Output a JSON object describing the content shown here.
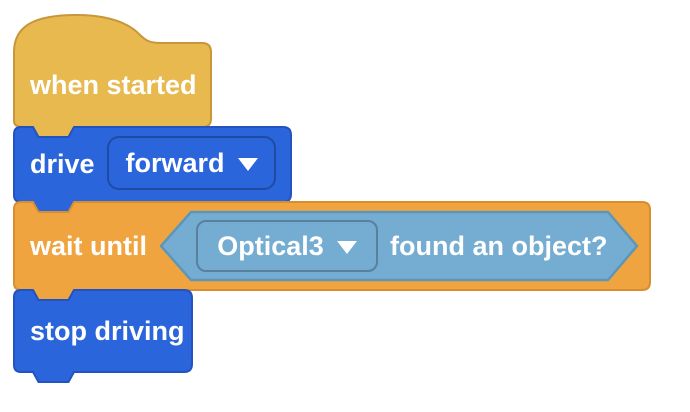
{
  "app": {
    "name": "block coding workspace"
  },
  "palette": {
    "event_fill": "#E7B94F",
    "event_stroke": "#C9963B",
    "motion_fill": "#2B65DB",
    "motion_stroke": "#2353BE",
    "motion_dropdown_border": "#1E4FB0",
    "control_fill": "#F0A43F",
    "control_stroke": "#D78E2E",
    "sensing_fill": "#74ACD2",
    "sensing_stroke": "#5E96BA",
    "sensing_dropdown_border": "#5890B4",
    "text_color": "#FFFFFF"
  },
  "blocks": {
    "when_started": {
      "label": "when started"
    },
    "drive": {
      "label": "drive",
      "direction_dropdown": {
        "value": "forward",
        "caret_icon": "chevron-down"
      }
    },
    "wait_until": {
      "label": "wait until",
      "condition": {
        "sensor_dropdown": {
          "value": "Optical3",
          "caret_icon": "chevron-down"
        },
        "label": "found an object?"
      }
    },
    "stop_driving": {
      "label": "stop driving"
    }
  }
}
